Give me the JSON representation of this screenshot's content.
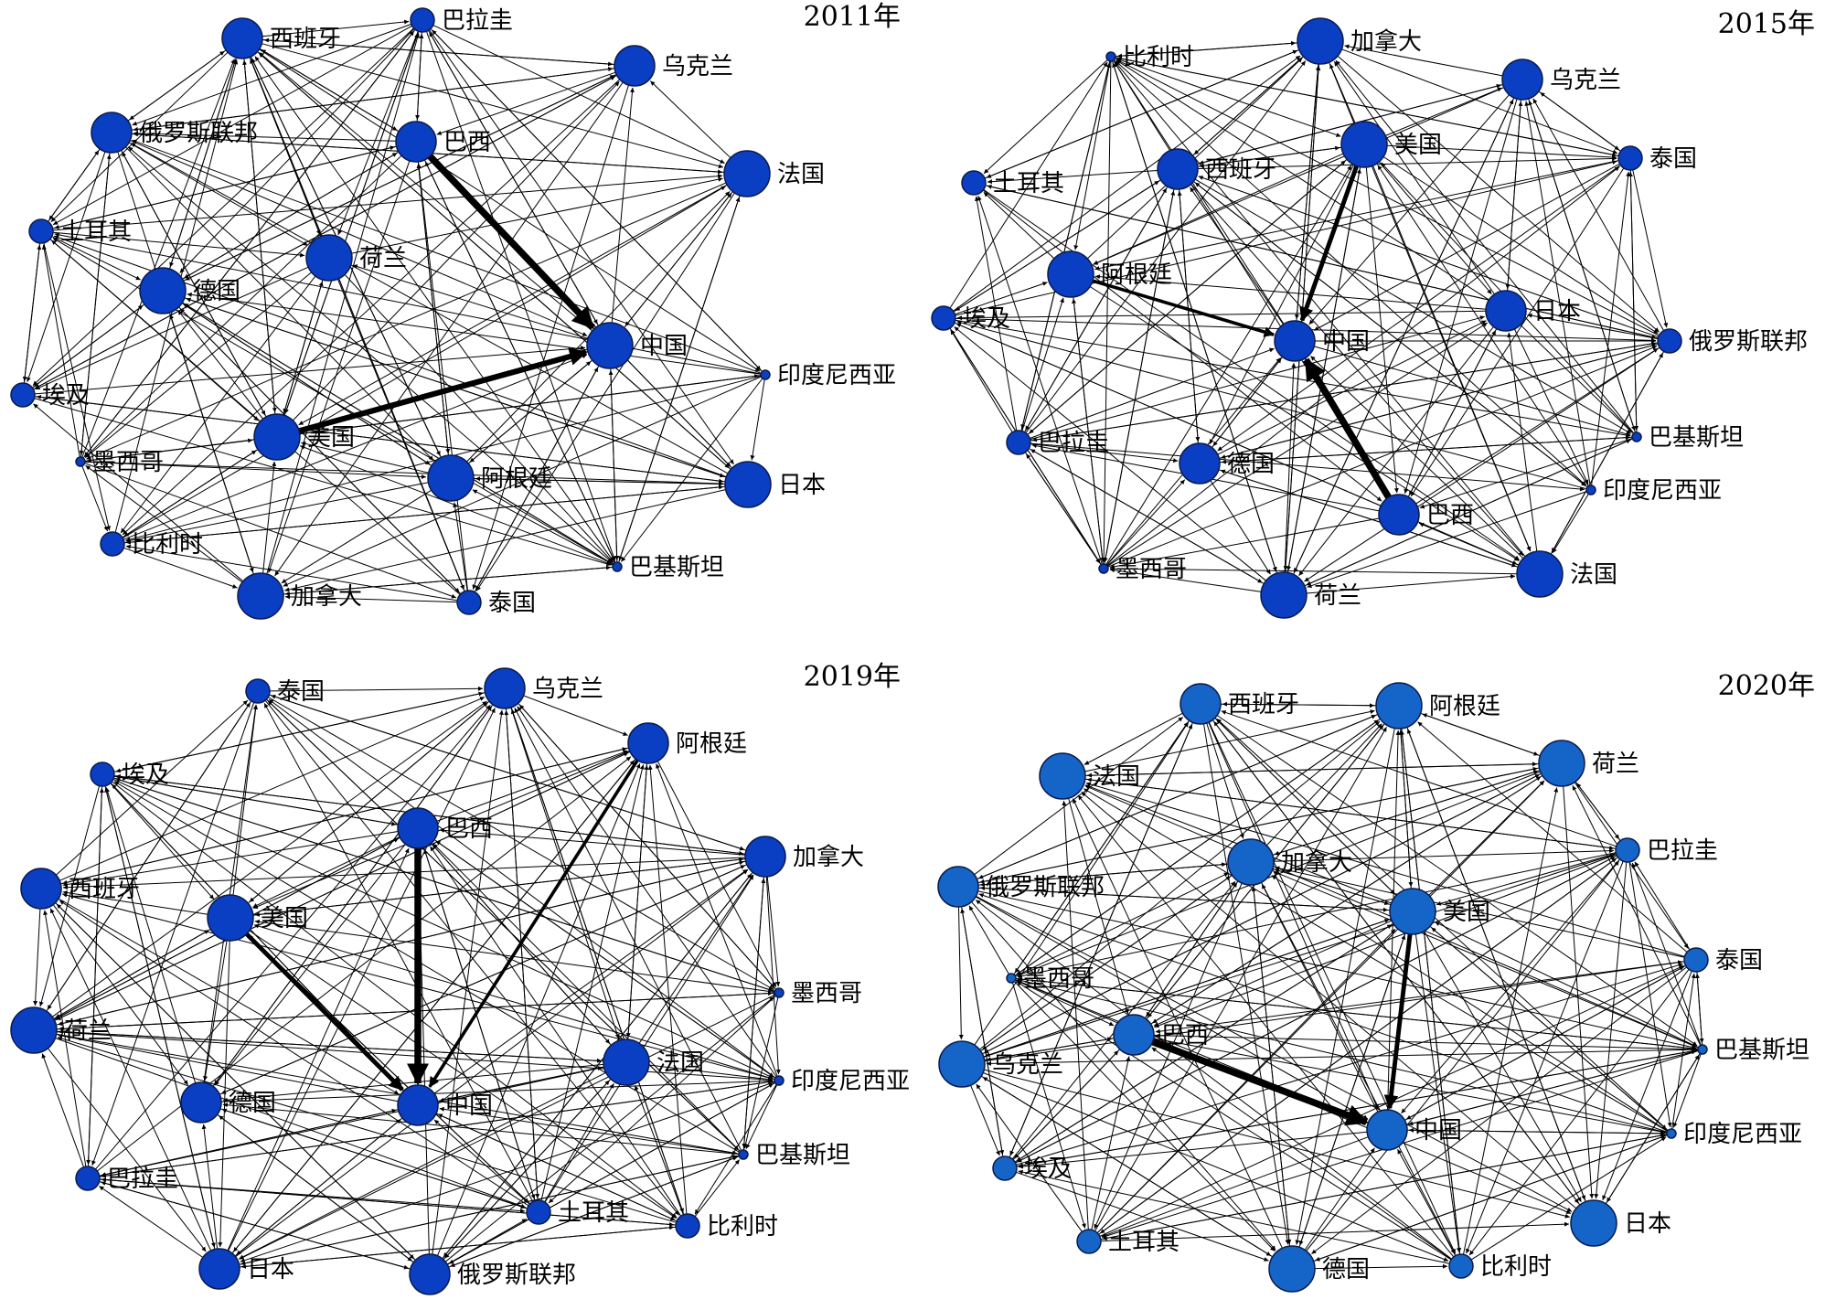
{
  "panels": [
    {
      "id": "p2011",
      "year": "2011年",
      "node_color": "#0a3fc4",
      "nodes": [
        {
          "id": "es",
          "label": "西班牙",
          "size": 3
        },
        {
          "id": "py",
          "label": "巴拉圭",
          "size": 2
        },
        {
          "id": "ua",
          "label": "乌克兰",
          "size": 3
        },
        {
          "id": "ru",
          "label": "俄罗斯联邦",
          "size": 3
        },
        {
          "id": "br",
          "label": "巴西",
          "size": 3
        },
        {
          "id": "fr",
          "label": "法国",
          "size": 4
        },
        {
          "id": "tr",
          "label": "土耳其",
          "size": 2
        },
        {
          "id": "nl",
          "label": "荷兰",
          "size": 4
        },
        {
          "id": "de",
          "label": "德国",
          "size": 4
        },
        {
          "id": "cn",
          "label": "中国",
          "size": 4
        },
        {
          "id": "id",
          "label": "印度尼西亚",
          "size": 1
        },
        {
          "id": "eg",
          "label": "埃及",
          "size": 2
        },
        {
          "id": "us",
          "label": "美国",
          "size": 4
        },
        {
          "id": "mx",
          "label": "墨西哥",
          "size": 1
        },
        {
          "id": "ar",
          "label": "阿根廷",
          "size": 4
        },
        {
          "id": "jp",
          "label": "日本",
          "size": 4
        },
        {
          "id": "be",
          "label": "比利时",
          "size": 2
        },
        {
          "id": "pk",
          "label": "巴基斯坦",
          "size": 1
        },
        {
          "id": "ca",
          "label": "加拿大",
          "size": 4
        },
        {
          "id": "th",
          "label": "泰国",
          "size": 2
        }
      ],
      "strong_edges": [
        {
          "from": "br",
          "to": "cn",
          "weight": 5
        },
        {
          "from": "us",
          "to": "cn",
          "weight": 4
        }
      ]
    },
    {
      "id": "p2015",
      "year": "2015年",
      "node_color": "#0a3fc4",
      "nodes": [
        {
          "id": "be",
          "label": "比利时",
          "size": 1
        },
        {
          "id": "ca",
          "label": "加拿大",
          "size": 4
        },
        {
          "id": "ua",
          "label": "乌克兰",
          "size": 3
        },
        {
          "id": "us",
          "label": "美国",
          "size": 4
        },
        {
          "id": "tr",
          "label": "土耳其",
          "size": 2
        },
        {
          "id": "es",
          "label": "西班牙",
          "size": 3
        },
        {
          "id": "th",
          "label": "泰国",
          "size": 2
        },
        {
          "id": "ar",
          "label": "阿根廷",
          "size": 4
        },
        {
          "id": "jp",
          "label": "日本",
          "size": 3
        },
        {
          "id": "eg",
          "label": "埃及",
          "size": 2
        },
        {
          "id": "cn",
          "label": "中国",
          "size": 3
        },
        {
          "id": "ru",
          "label": "俄罗斯联邦",
          "size": 2
        },
        {
          "id": "py",
          "label": "巴拉圭",
          "size": 2
        },
        {
          "id": "de",
          "label": "德国",
          "size": 3
        },
        {
          "id": "pk",
          "label": "巴基斯坦",
          "size": 1
        },
        {
          "id": "br",
          "label": "巴西",
          "size": 3
        },
        {
          "id": "id",
          "label": "印度尼西亚",
          "size": 1
        },
        {
          "id": "mx",
          "label": "墨西哥",
          "size": 1
        },
        {
          "id": "nl",
          "label": "荷兰",
          "size": 4
        },
        {
          "id": "fr",
          "label": "法国",
          "size": 4
        }
      ],
      "strong_edges": [
        {
          "from": "br",
          "to": "cn",
          "weight": 5
        },
        {
          "from": "us",
          "to": "cn",
          "weight": 3
        },
        {
          "from": "ar",
          "to": "cn",
          "weight": 2
        }
      ]
    },
    {
      "id": "p2019",
      "year": "2019年",
      "node_color": "#0a3fc4",
      "nodes": [
        {
          "id": "th",
          "label": "泰国",
          "size": 2
        },
        {
          "id": "ua",
          "label": "乌克兰",
          "size": 3
        },
        {
          "id": "ar",
          "label": "阿根廷",
          "size": 3
        },
        {
          "id": "eg",
          "label": "埃及",
          "size": 2
        },
        {
          "id": "br",
          "label": "巴西",
          "size": 3
        },
        {
          "id": "ca",
          "label": "加拿大",
          "size": 3
        },
        {
          "id": "es",
          "label": "西班牙",
          "size": 3
        },
        {
          "id": "us",
          "label": "美国",
          "size": 4
        },
        {
          "id": "mx",
          "label": "墨西哥",
          "size": 1
        },
        {
          "id": "nl",
          "label": "荷兰",
          "size": 4
        },
        {
          "id": "fr",
          "label": "法国",
          "size": 4
        },
        {
          "id": "de",
          "label": "德国",
          "size": 3
        },
        {
          "id": "cn",
          "label": "中国",
          "size": 3
        },
        {
          "id": "id",
          "label": "印度尼西亚",
          "size": 1
        },
        {
          "id": "pk",
          "label": "巴基斯坦",
          "size": 1
        },
        {
          "id": "py",
          "label": "巴拉圭",
          "size": 2
        },
        {
          "id": "tr",
          "label": "土耳其",
          "size": 2
        },
        {
          "id": "be",
          "label": "比利时",
          "size": 2
        },
        {
          "id": "jp",
          "label": "日本",
          "size": 3
        },
        {
          "id": "ru",
          "label": "俄罗斯联邦",
          "size": 3
        }
      ],
      "strong_edges": [
        {
          "from": "br",
          "to": "cn",
          "weight": 5
        },
        {
          "from": "us",
          "to": "cn",
          "weight": 3
        },
        {
          "from": "ar",
          "to": "cn",
          "weight": 2
        }
      ]
    },
    {
      "id": "p2020",
      "year": "2020年",
      "node_color": "#1565c8",
      "nodes": [
        {
          "id": "es",
          "label": "西班牙",
          "size": 3
        },
        {
          "id": "ar",
          "label": "阿根廷",
          "size": 4
        },
        {
          "id": "fr",
          "label": "法国",
          "size": 4
        },
        {
          "id": "nl",
          "label": "荷兰",
          "size": 4
        },
        {
          "id": "py",
          "label": "巴拉圭",
          "size": 2
        },
        {
          "id": "ca",
          "label": "加拿大",
          "size": 4
        },
        {
          "id": "ru",
          "label": "俄罗斯联邦",
          "size": 3
        },
        {
          "id": "us",
          "label": "美国",
          "size": 4
        },
        {
          "id": "th",
          "label": "泰国",
          "size": 2
        },
        {
          "id": "mx",
          "label": "墨西哥",
          "size": 1
        },
        {
          "id": "br",
          "label": "巴西",
          "size": 3
        },
        {
          "id": "pk",
          "label": "巴基斯坦",
          "size": 1
        },
        {
          "id": "ua",
          "label": "乌克兰",
          "size": 4
        },
        {
          "id": "cn",
          "label": "中国",
          "size": 3
        },
        {
          "id": "id",
          "label": "印度尼西亚",
          "size": 1
        },
        {
          "id": "eg",
          "label": "埃及",
          "size": 2
        },
        {
          "id": "jp",
          "label": "日本",
          "size": 4
        },
        {
          "id": "tr",
          "label": "土耳其",
          "size": 2
        },
        {
          "id": "de",
          "label": "德国",
          "size": 4
        },
        {
          "id": "be",
          "label": "比利时",
          "size": 2
        }
      ],
      "strong_edges": [
        {
          "from": "br",
          "to": "cn",
          "weight": 5
        },
        {
          "from": "us",
          "to": "cn",
          "weight": 3
        }
      ]
    }
  ]
}
